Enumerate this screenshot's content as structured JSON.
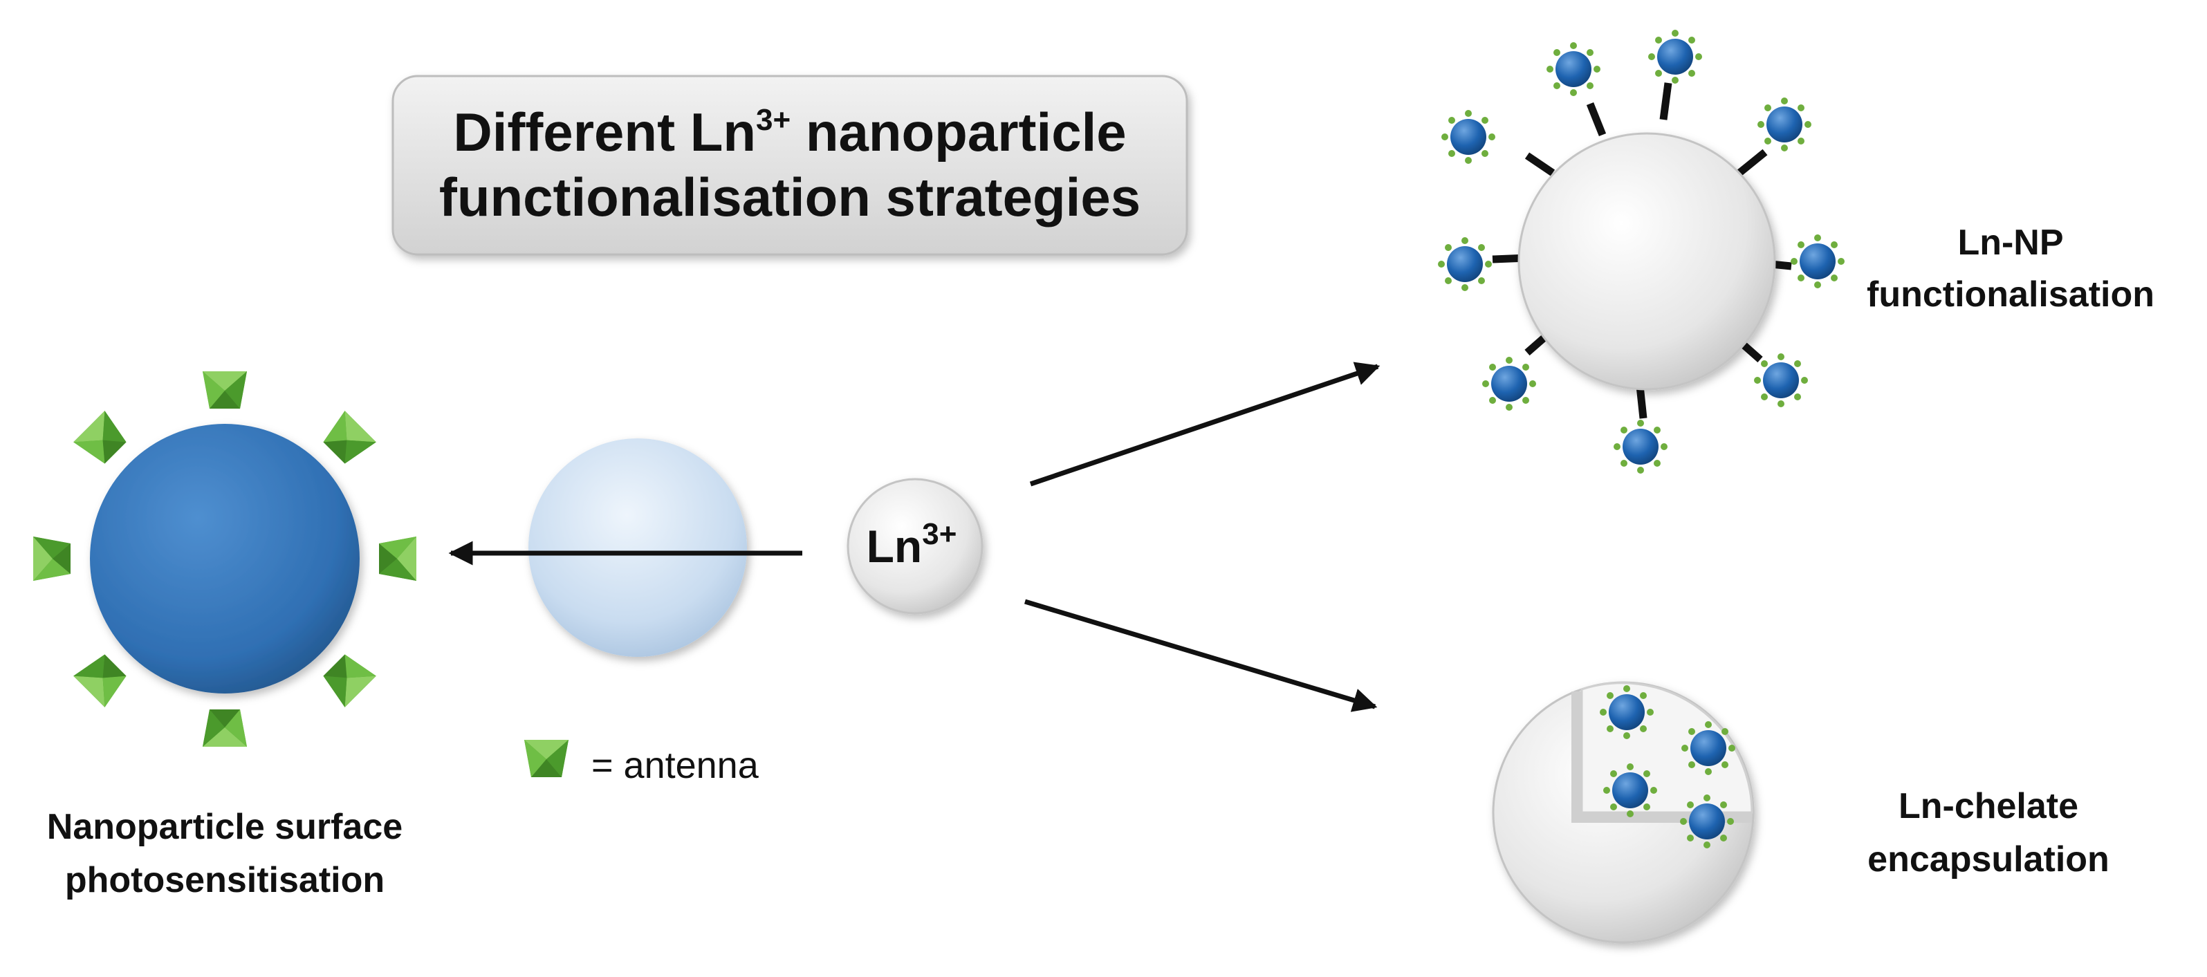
{
  "title": {
    "line1_pre": "Different Ln",
    "line1_sup": "3+",
    "line1_post": " nanoparticle",
    "line2": "functionalisation strategies"
  },
  "center_ion": {
    "base": "Ln",
    "sup": "3+"
  },
  "legend": {
    "symbol_icon": "green-pyramid-antenna-icon",
    "text": "= antenna"
  },
  "strategies": {
    "surface_photosensitisation": {
      "line1": "Nanoparticle surface",
      "line2": "photosensitisation"
    },
    "np_functionalisation": {
      "line1": "Ln-NP",
      "line2": "functionalisation"
    },
    "chelate_encapsulation": {
      "line1": "Ln-chelate",
      "line2": "encapsulation"
    }
  },
  "colors": {
    "dark_nanoparticle": "#2f6fb3",
    "light_nanoparticle": "#c9dcf0",
    "antenna": "#6fbe45",
    "grey_particle": "#e4e4e4",
    "small_blue_sphere": "#1e63b0",
    "arrow": "#111111"
  }
}
